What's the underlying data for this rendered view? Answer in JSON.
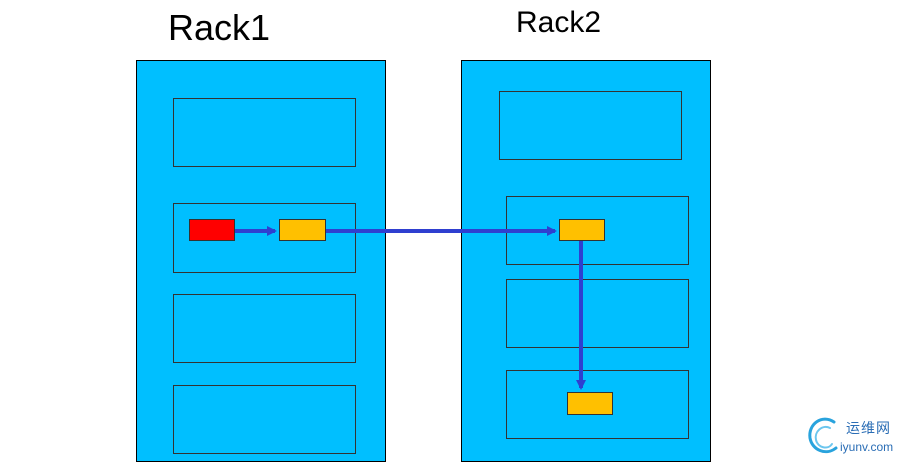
{
  "racks": [
    {
      "title": "Rack1",
      "nodes": 4
    },
    {
      "title": "Rack2",
      "nodes": 4
    }
  ],
  "colors": {
    "rack_fill": "#00bfff",
    "source_block": "#ff0000",
    "replica_block": "#ffc000",
    "arrow": "#2f3fd0"
  },
  "watermark": {
    "cn": "运维网",
    "en": "iyunv.com",
    "icon": "swirl-logo-icon"
  }
}
